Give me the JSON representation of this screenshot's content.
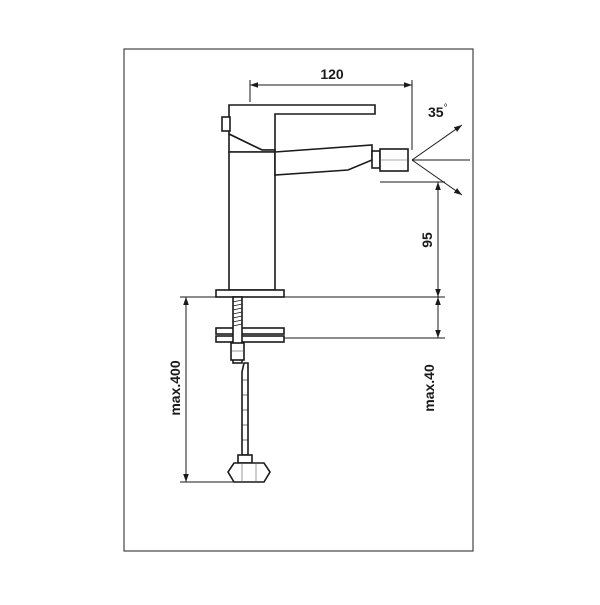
{
  "drawing": {
    "border_color": "#444444",
    "line_color": "#1a1a1a",
    "dimensions": {
      "width": "120",
      "angle": "35",
      "angle_unit": "°",
      "height_above_deck": "95",
      "hose_length": "max.400",
      "deck_thickness": "max.40"
    }
  }
}
